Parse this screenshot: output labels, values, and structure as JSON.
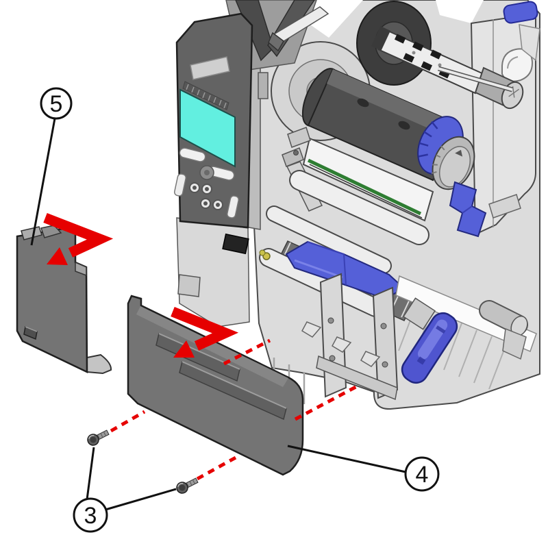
{
  "figure": {
    "type": "exploded-assembly-diagram",
    "subject": "printer-cover-installation",
    "background": "#ffffff",
    "callouts": {
      "c5": {
        "label": "5",
        "points_to": "side-cover"
      },
      "c4": {
        "label": "4",
        "points_to": "front-cover"
      },
      "c3": {
        "label": "3",
        "points_to": "screws"
      }
    },
    "screw_count": 2,
    "arrow_count": 2,
    "colors": {
      "outline": "#1a1a1a",
      "cover_gray": "#747474",
      "chassis_gray": "#dcdcdc",
      "accent_red": "#e60000",
      "accent_blue": "#5560d8",
      "lcd_cyan": "#62efe0"
    }
  }
}
